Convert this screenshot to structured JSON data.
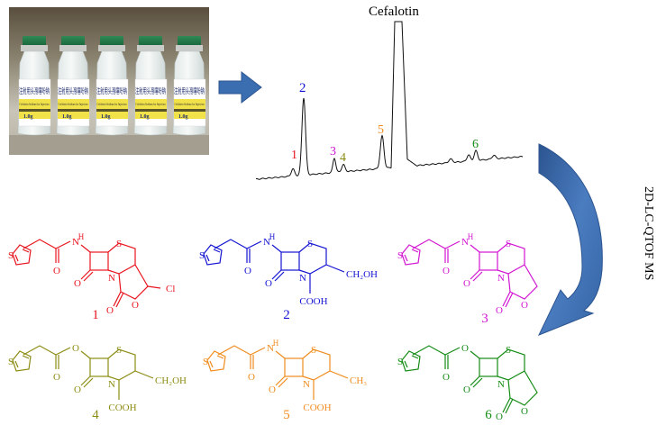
{
  "chromatogram": {
    "title": "Cefalotin",
    "peaks": [
      {
        "label": "1",
        "color": "#e8141e"
      },
      {
        "label": "2",
        "color": "#1414d2"
      },
      {
        "label": "3",
        "color": "#d214d2"
      },
      {
        "label": "4",
        "color": "#8c8c14"
      },
      {
        "label": "5",
        "color": "#f08c1e"
      },
      {
        "label": "6",
        "color": "#148c14"
      }
    ]
  },
  "method_label": "2D-LC-QTOF MS",
  "photo": {
    "vial_label_text": "注射用头孢噻吩钠",
    "vial_sub_text": "Cefalotin Sodium for Injection",
    "dose_text": "1.0g"
  },
  "structures": [
    {
      "number": "1",
      "color": "#e8141e",
      "atoms": {
        "nh": "H",
        "n_ring": "N",
        "s": "S",
        "o1": "O",
        "o2": "O",
        "o3": "O",
        "n_amide": "N",
        "sub": "Cl"
      }
    },
    {
      "number": "2",
      "color": "#1414d2",
      "atoms": {
        "nh": "H",
        "n_ring": "N",
        "s": "S",
        "o1": "O",
        "o2": "O",
        "n_amide": "N",
        "sub": "CH₂OH",
        "acid": "COOH"
      }
    },
    {
      "number": "3",
      "color": "#d214d2",
      "atoms": {
        "nh": "H",
        "n_ring": "N",
        "s": "S",
        "o1": "O",
        "o2": "O",
        "o3": "O",
        "n_amide": "N"
      }
    },
    {
      "number": "4",
      "color": "#8c8c14",
      "atoms": {
        "o_ester": "O",
        "n_ring": "N",
        "s": "S",
        "o1": "O",
        "o2": "O",
        "sub": "CH₂OH",
        "acid": "COOH"
      }
    },
    {
      "number": "5",
      "color": "#f08c1e",
      "atoms": {
        "nh": "H",
        "n_ring": "N",
        "s": "S",
        "o1": "O",
        "o2": "O",
        "n_amide": "N",
        "sub": "CH₃",
        "acid": "COOH"
      }
    },
    {
      "number": "6",
      "color": "#148c14",
      "atoms": {
        "o_ester": "O",
        "n_ring": "N",
        "s": "S",
        "o1": "O",
        "o2": "O",
        "o3": "O"
      }
    }
  ],
  "colors": {
    "arrow": "#3b6eb0",
    "arrow_dark": "#2c5590",
    "trace": "#111111"
  }
}
